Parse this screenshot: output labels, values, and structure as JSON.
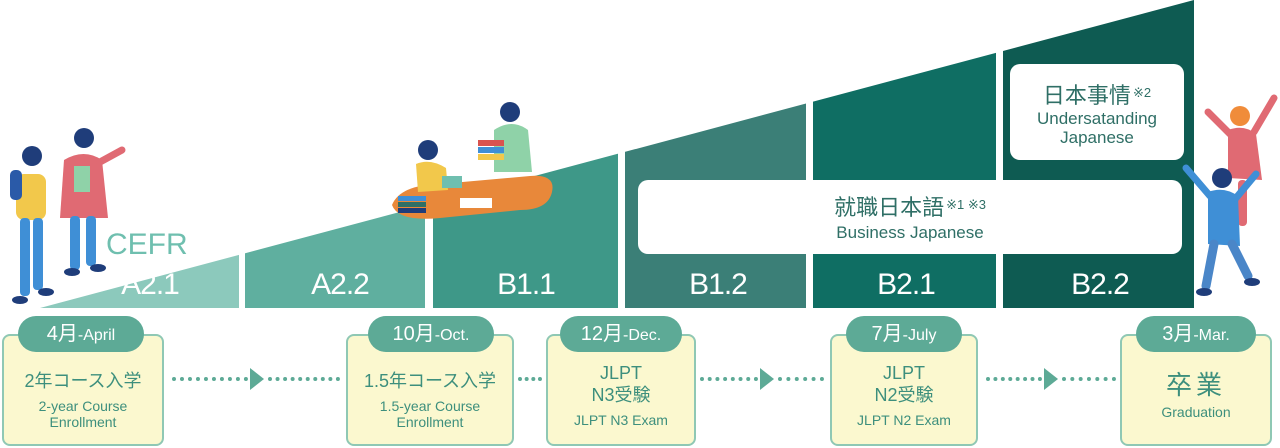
{
  "diagram": {
    "cefr_prefix": "CEFR",
    "levels": [
      {
        "label": "A2.1",
        "color": "#8cc9bc"
      },
      {
        "label": "A2.2",
        "color": "#5faf9f"
      },
      {
        "label": "B1.1",
        "color": "#3e9888"
      },
      {
        "label": "B1.2",
        "color": "#3b7f77"
      },
      {
        "label": "B2.1",
        "color": "#0f6e63"
      },
      {
        "label": "B2.2",
        "color": "#0e5b52"
      }
    ],
    "callouts": {
      "business": {
        "jp": "就職日本語",
        "note": "※1 ※3",
        "en": "Business Japanese"
      },
      "understanding": {
        "jp": "日本事情",
        "note": "※2",
        "en_line1": "Undersatanding",
        "en_line2": "Japanese"
      }
    },
    "milestones": [
      {
        "month": "4月",
        "month_en": "-April",
        "jp": "2年コース入学",
        "en_line1": "2-year Course",
        "en_line2": "Enrollment"
      },
      {
        "month": "10月",
        "month_en": "-Oct.",
        "jp": "1.5年コース入学",
        "en_line1": "1.5-year Course",
        "en_line2": "Enrollment"
      },
      {
        "month": "12月",
        "month_en": "-Dec.",
        "jp_line1": "JLPT",
        "jp_line2": "N3受験",
        "en": "JLPT N3 Exam"
      },
      {
        "month": "7月",
        "month_en": "-July",
        "jp_line1": "JLPT",
        "jp_line2": "N2受験",
        "en": "JLPT N2 Exam"
      },
      {
        "month": "3月",
        "month_en": "-Mar.",
        "jp": "卒業",
        "en": "Graduation"
      }
    ],
    "icons": [
      "students-walking-illustration",
      "study-group-illustration",
      "graduates-jumping-illustration",
      "flow-arrow-icon"
    ]
  }
}
